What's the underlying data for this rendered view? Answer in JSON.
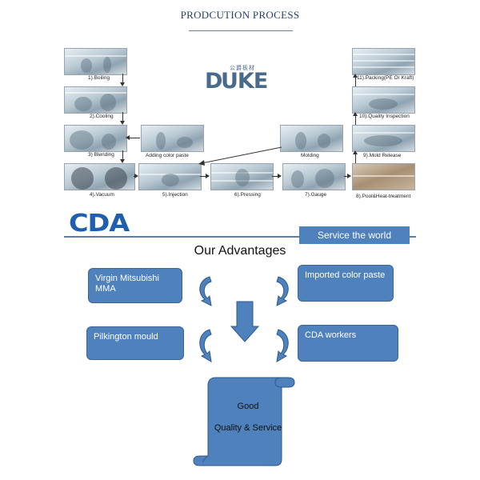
{
  "header": {
    "title": "PRODCUTION PROCESS"
  },
  "logo": {
    "brand": "UKE",
    "brand_initial": "D",
    "chinese": "公爵板材"
  },
  "steps": {
    "s1": "1).Boiling",
    "s2": "2).Cooling",
    "s3": "3) Blending",
    "s_add": "Adding color paste",
    "s4": "4).Vacuum",
    "s5": "5).Injection",
    "s6": "6).Pressing",
    "s7": "7).Gauge",
    "s8": "8).Pool&Heat-treatment",
    "s9": "9).Mold Release",
    "s_mold": "Molding",
    "s10": "10).Quality  Inspection",
    "s11": "11).Packing(PE Or Kraft)"
  },
  "cda": {
    "logo": "CDA",
    "service": "Service the world"
  },
  "advantages": {
    "title": "Our Advantages",
    "tl": "Virgin Mitsubishi MMA",
    "tr": "Imported color paste",
    "bl": "Pilkington mould",
    "br": "CDA  workers",
    "result_line1": "Good",
    "result_line2": "Quality & Service"
  },
  "colors": {
    "accent": "#4f81bd",
    "title": "#2a3f66",
    "cda": "#1f5fae"
  }
}
